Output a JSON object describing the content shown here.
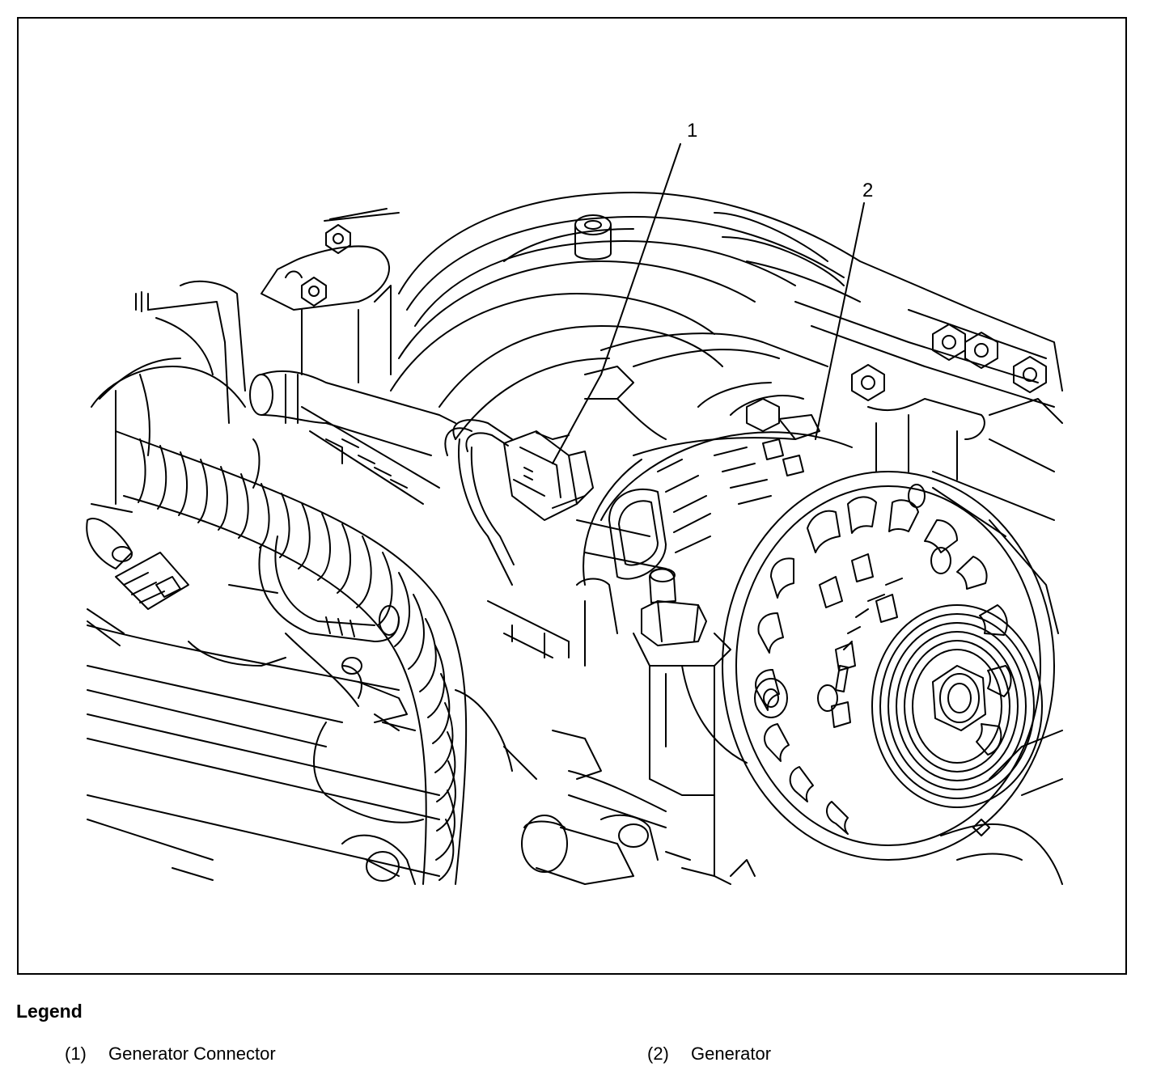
{
  "callouts": [
    {
      "number": "1"
    },
    {
      "number": "2"
    }
  ],
  "legend": {
    "title": "Legend",
    "items": [
      {
        "number": "(1)",
        "label": "Generator Connector"
      },
      {
        "number": "(2)",
        "label": "Generator"
      }
    ]
  },
  "colors": {
    "line": "#000000",
    "background": "#ffffff"
  }
}
